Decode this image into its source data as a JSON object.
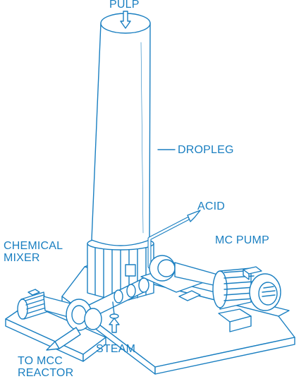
{
  "labels": {
    "pulp": "PULP",
    "dropleg": "DROPLEG",
    "acid": "ACID",
    "mc_pump": "MC PUMP",
    "chemical_mixer": "CHEMICAL\nMIXER",
    "steam": "STEAM",
    "to_mcc_reactor": "TO MCC\nREACTOR"
  },
  "colors": {
    "line": "#1a7fc1",
    "fill": "#ffffff",
    "text": "#1a7fc1"
  }
}
